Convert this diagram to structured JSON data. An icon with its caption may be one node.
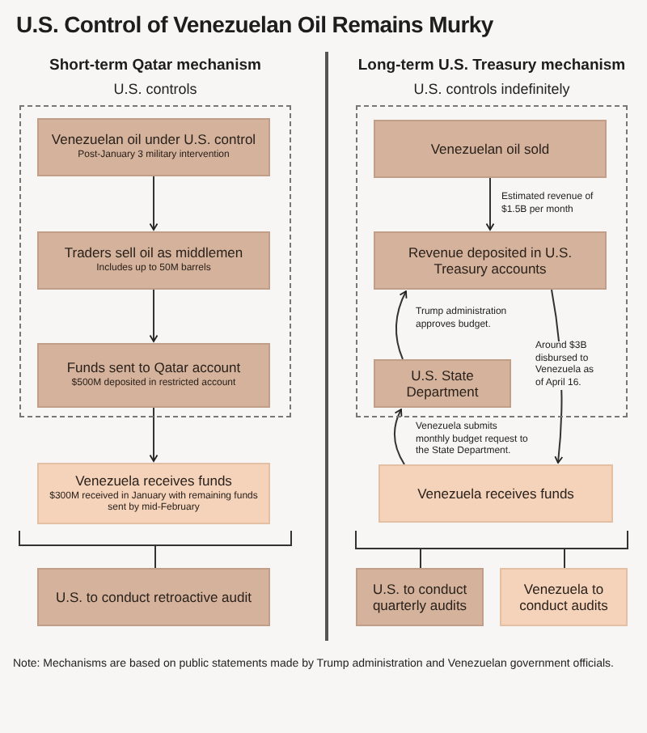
{
  "diagram": {
    "title": "U.S. Control of Venezuelan Oil Remains Murky",
    "caption": "Note: Mechanisms are based on public statements made by Trump administration and Venezuelan government officials.",
    "nodes": [
      {
        "text": [
          "U.S. controls"
        ]
      },
      {
        "text": [
          "Venezuelan oil under U.S. control",
          "Post-January 3 military intervention"
        ],
        "in": 0
      },
      {
        "text": [
          "Traders sell oil as middlemen",
          "Includes up to 50M barrels"
        ],
        "in": 0
      },
      {
        "text": [
          "Funds sent to Qatar account",
          "$500M deposited in restricted account"
        ],
        "in": 0
      },
      {
        "text": [
          "Venezuela receives funds",
          "$300M received in January with remaining funds sent by mid-February"
        ]
      },
      {
        "text": [
          "U.S. to conduct retroactive audit"
        ]
      },
      {
        "text": [
          "U.S. controls indefinitely"
        ]
      },
      {
        "text": [
          "Venezuelan oil sold"
        ],
        "in": 6
      },
      {
        "text": [
          "Revenue deposited in U.S. Treasury accounts"
        ],
        "in": 6
      },
      {
        "text": [
          "U.S. State Department"
        ],
        "in": 6
      },
      {
        "text": [
          "Venezuela receives funds"
        ]
      },
      {
        "text": [
          "U.S. to conduct quarterly audits"
        ]
      },
      {
        "text": [
          "Venezuela to conduct audits"
        ]
      }
    ],
    "edges": [
      {
        "from": 1,
        "to": 2,
        "arrow": "to"
      },
      {
        "from": 2,
        "to": 3,
        "arrow": "to"
      },
      {
        "from": 3,
        "to": 4,
        "arrow": "to"
      },
      {
        "from": 4,
        "to": 5,
        "arrow": "none"
      },
      {
        "from": 7,
        "to": 8,
        "arrow": "to",
        "label": "Estimated revenue of $1.5B per month"
      },
      {
        "from": 9,
        "to": 8,
        "arrow": "to",
        "label": "Trump administration approves budget."
      },
      {
        "from": 8,
        "to": 10,
        "arrow": "to",
        "label": "Around $3B disbursed to Venezuela as of April 16."
      },
      {
        "from": 10,
        "to": 9,
        "arrow": "to",
        "label": "Venezuela submits monthly budget request to the State Department."
      },
      {
        "from": 10,
        "to": 11,
        "arrow": "none"
      },
      {
        "from": 10,
        "to": 12,
        "arrow": "none"
      }
    ],
    "labels": [
      "Short-term Qatar mechanism",
      "Long-term U.S. Treasury mechanism"
    ]
  }
}
